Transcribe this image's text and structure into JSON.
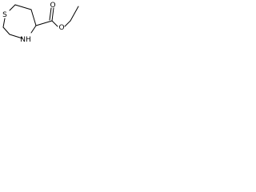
{
  "molecule": {
    "atoms": {
      "sulfur": "S",
      "amine": "NH",
      "carbonyl_oxygen": "O",
      "ester_oxygen": "O"
    }
  }
}
